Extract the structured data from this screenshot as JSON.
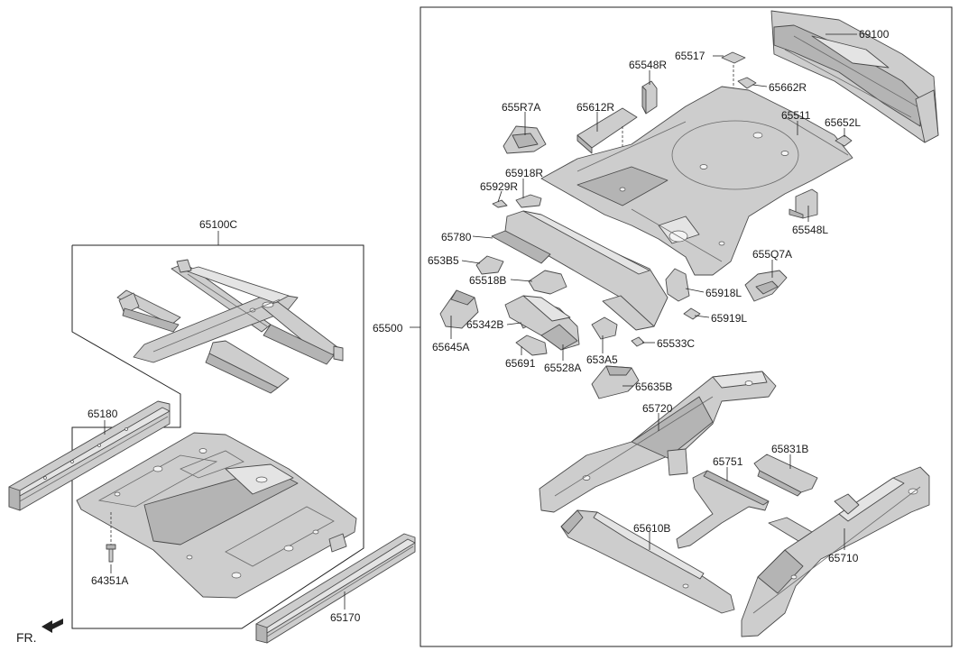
{
  "labels": {
    "p69100": "69100",
    "p65517": "65517",
    "p65548R": "65548R",
    "p65662R": "65662R",
    "p655R7A": "655R7A",
    "p65612R": "65612R",
    "p65511": "65511",
    "p65652L": "65652L",
    "p65918R": "65918R",
    "p65929R": "65929R",
    "p65548L": "65548L",
    "p65780": "65780",
    "p653B5": "653B5",
    "p655Q7A": "655Q7A",
    "p65518B": "65518B",
    "p65918L": "65918L",
    "p65500": "65500",
    "p65342B": "65342B",
    "p65919L": "65919L",
    "p65645A": "65645A",
    "p65533C": "65533C",
    "p653A5": "653A5",
    "p65691": "65691",
    "p65528A": "65528A",
    "p65635B": "65635B",
    "p65720": "65720",
    "p65831B": "65831B",
    "p65751": "65751",
    "p65610B": "65610B",
    "p65710": "65710",
    "p65100C": "65100C",
    "p65180": "65180",
    "p64351A": "64351A",
    "p65170": "65170",
    "fr": "FR."
  }
}
